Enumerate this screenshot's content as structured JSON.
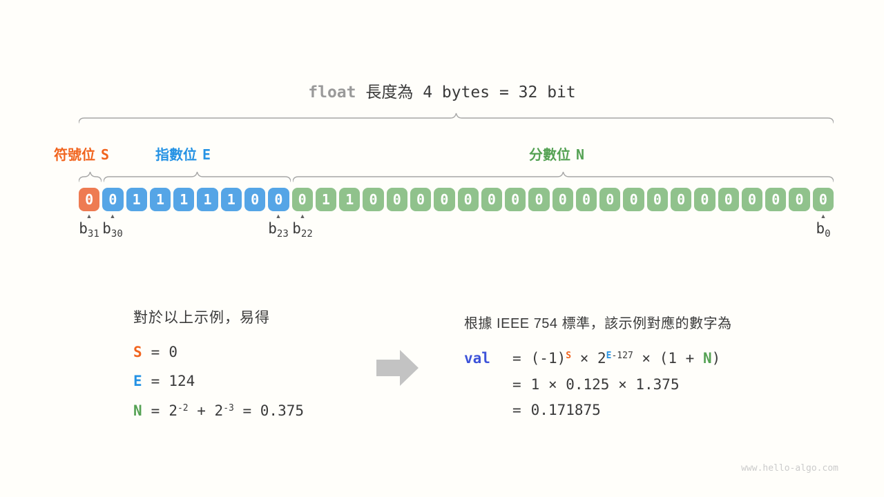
{
  "title": {
    "keyword": "float",
    "rest": " 長度為 4 bytes = 32 bit"
  },
  "sections": {
    "sign": {
      "label": "符號位",
      "symbol": "S"
    },
    "exponent": {
      "label": "指數位",
      "symbol": "E"
    },
    "fraction": {
      "label": "分數位",
      "symbol": "N"
    }
  },
  "bits": {
    "sign": [
      "0"
    ],
    "exponent": [
      "0",
      "1",
      "1",
      "1",
      "1",
      "1",
      "0",
      "0"
    ],
    "fraction": [
      "0",
      "1",
      "1",
      "0",
      "0",
      "0",
      "0",
      "0",
      "0",
      "0",
      "0",
      "0",
      "0",
      "0",
      "0",
      "0",
      "0",
      "0",
      "0",
      "0",
      "0",
      "0",
      "0"
    ]
  },
  "bit_pointers": [
    {
      "base": "b",
      "sub": "31"
    },
    {
      "base": "b",
      "sub": "30"
    },
    {
      "base": "b",
      "sub": "23"
    },
    {
      "base": "b",
      "sub": "22"
    },
    {
      "base": "b",
      "sub": "0"
    }
  ],
  "example": {
    "heading": "對於以上示例，易得",
    "s_row": {
      "symbol": "S",
      "eq": "=",
      "value": "0"
    },
    "e_row": {
      "symbol": "E",
      "eq": "=",
      "value": "124"
    },
    "n_row": {
      "symbol": "N",
      "eq": "=",
      "base1": "2",
      "sup1": "-2",
      "mid": " + 2",
      "sup2": "-3",
      "rest": " = 0.375"
    }
  },
  "result": {
    "heading": "根據 IEEE 754 標準，該示例對應的數字為",
    "lhs": "val",
    "eq": "=",
    "line1": {
      "p1": "(-1)",
      "sup_s": "S",
      "p2": " × 2",
      "sup_e": "E",
      "sup_exp": "-127",
      "p3": " × (1 + ",
      "n": "N",
      "p4": ")"
    },
    "line2": {
      "eq": "=",
      "text": "1 × 0.125 × 1.375"
    },
    "line3": {
      "eq": "=",
      "text": "0.171875"
    }
  },
  "colors": {
    "orange": "#F1641E",
    "blue": "#2592E4",
    "green": "#55A254",
    "indigo": "#3D53D9",
    "dark": "#3A3A3A",
    "sign_box": "#EE7B52",
    "exponent_box": "#55A5E6",
    "fraction_box": "#90C28C"
  },
  "watermark": "www.hello-algo.com"
}
